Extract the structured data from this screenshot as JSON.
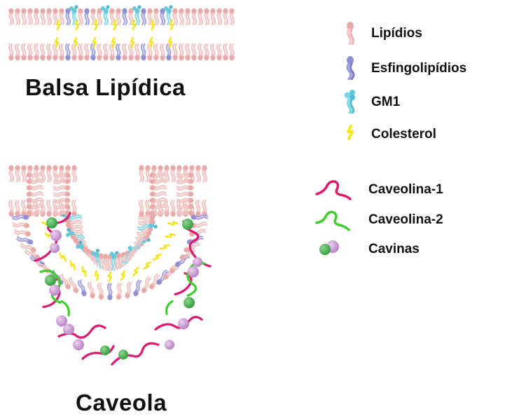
{
  "titles": {
    "raft": "Balsa Lipídica",
    "caveola": "Caveola"
  },
  "legend": {
    "lipids": "Lipídios",
    "sphingolipids": "Esfingolipídios",
    "gm1": "GM1",
    "cholesterol": "Colesterol",
    "caveolin1": "Caveolina-1",
    "caveolin2": "Caveolina-2",
    "cavins": "Cavinas"
  },
  "colors": {
    "lipid_head": "#e9a9a9",
    "lipid_tail": "#f0c6c4",
    "sphingolipid": "#8f8fd2",
    "gm1": "#63c8dc",
    "cholesterol": "#f4e51c",
    "caveolin1": "#e0186e",
    "caveolin2": "#3ccf2b",
    "cavin_purple": "#c993d3",
    "cavin_green": "#3fae4a"
  }
}
